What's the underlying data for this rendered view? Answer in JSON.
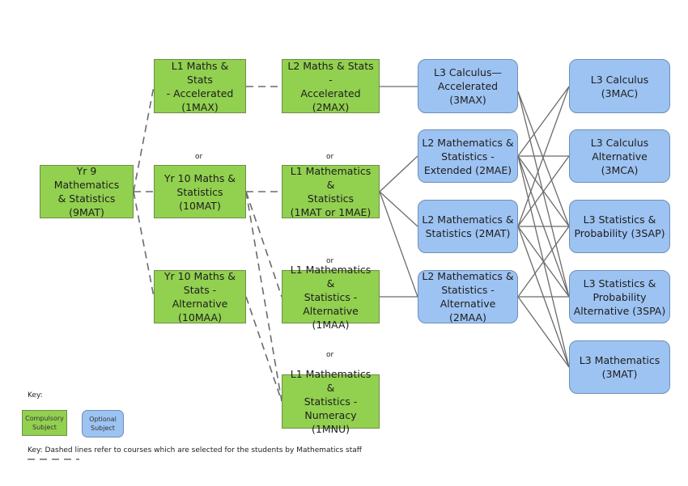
{
  "diagram": {
    "compulsory": {
      "yr9": "Yr 9 Mathematics\n& Statistics\n(9MAT)",
      "l1_accel": "L1 Maths & Stats\n- Accelerated\n(1MAX)",
      "yr10": "Yr 10 Maths &\nStatistics\n(10MAT)",
      "yr10_alt": "Yr 10 Maths &\nStats - Alternative\n(10MAA)",
      "l2_accel": "L2 Maths & Stats -\nAccelerated (2MAX)",
      "l1_math": "L1 Mathematics &\nStatistics\n(1MAT or 1MAE)",
      "l1_alt": "L1 Mathematics &\nStatistics -\nAlternative (1MAA)",
      "l1_num": "L1 Mathematics &\nStatistics -\nNumeracy (1MNU)"
    },
    "optional": {
      "l3_calc_accel": "L3 Calculus—\nAccelerated\n(3MAX)",
      "l2_ext": "L2 Mathematics &\nStatistics -\nExtended (2MAE)",
      "l2_mat": "L2 Mathematics &\nStatistics (2MAT)",
      "l2_alt": "L2 Mathematics &\nStatistics -\nAlternative (2MAA)",
      "l3_calc": "L3 Calculus\n(3MAC)",
      "l3_calc_alt": "L3 Calculus\nAlternative (3MCA)",
      "l3_stats": "L3 Statistics &\nProbability (3SAP)",
      "l3_stats_alt": "L3 Statistics &\nProbability\nAlternative (3SPA)",
      "l3_math": "L3 Mathematics\n(3MAT)"
    },
    "or_label": "or"
  },
  "key": {
    "title": "Key:",
    "compulsory_label": "Compulsory\nSubject",
    "optional_label": "Optional\nSubject",
    "dashed_note": "Key: Dashed lines refer to courses which are selected for the students by Mathematics staff"
  },
  "colors": {
    "compulsory": "#92d050",
    "optional": "#9dc3f2",
    "line": "#6b6b6b"
  }
}
